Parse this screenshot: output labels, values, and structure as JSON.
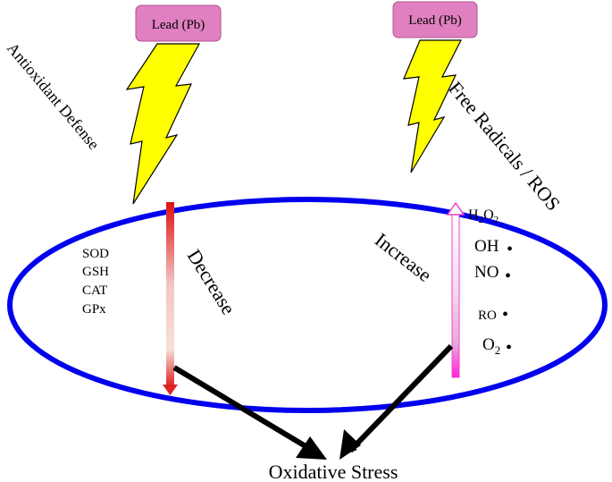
{
  "sources": {
    "left_label": "Lead (Pb)",
    "right_label": "Lead (Pb)",
    "box_color": "#e080c0",
    "bolt_color": "#ffff00"
  },
  "pathways": {
    "left_title": "Antioxidant Defense",
    "right_title": "Free Radicals / ROS"
  },
  "cell": {
    "outline_color": "#0000ee",
    "antioxidants": [
      "SOD",
      "GSH",
      "CAT",
      "GPx"
    ],
    "decrease_label": "Decrease",
    "increase_label": "Increase",
    "ros": {
      "h2o2": {
        "main": "H",
        "sub1": "2",
        "mid": "O",
        "sub2": "2"
      },
      "oh": "OH",
      "no": "NO",
      "ro": "RO",
      "o2": {
        "main": "O",
        "sub": "2"
      }
    },
    "radical_dot": "•",
    "decrease_arrow_color": "#dd2222",
    "increase_arrow_color": "#ee44cc"
  },
  "outcome": "Oxidative Stress"
}
